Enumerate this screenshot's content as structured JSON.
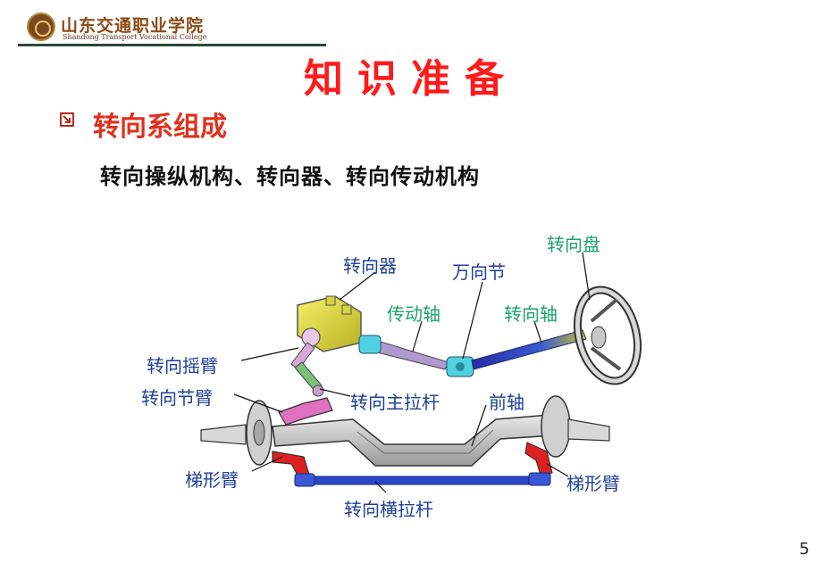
{
  "header": {
    "logo_cn": "山东交通职业学院",
    "logo_en": "Shandong Transport Vocational College"
  },
  "title": "知识准备",
  "section": {
    "heading": "转向系组成",
    "subtitle": "转向操纵机构、转向器、转向传动机构"
  },
  "labels": {
    "steering_gear": "转向器",
    "universal_joint": "万向节",
    "steering_wheel": "转向盘",
    "transmission_shaft": "传动轴",
    "steering_shaft": "转向轴",
    "pitman_arm": "转向摇臂",
    "knuckle_arm": "转向节臂",
    "drag_link": "转向主拉杆",
    "front_axle": "前轴",
    "trapezoid_arm_left": "梯形臂",
    "trapezoid_arm_right": "梯形臂",
    "tie_rod": "转向横拉杆"
  },
  "colors": {
    "title": "#ff1a1a",
    "heading": "#e0301e",
    "label_blue": "#1f3f9a",
    "label_green": "#1aa36a"
  },
  "page_number": "5"
}
